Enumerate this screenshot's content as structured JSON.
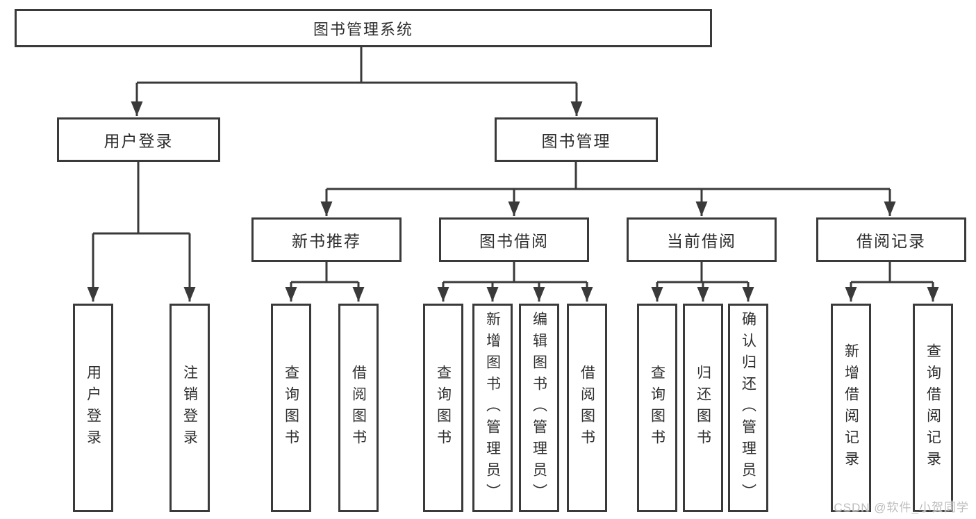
{
  "tree": {
    "label": "图书管理系统",
    "children": [
      {
        "label": "用户登录",
        "children": [
          {
            "label": "用户登录"
          },
          {
            "label": "注销登录"
          }
        ]
      },
      {
        "label": "图书管理",
        "children": [
          {
            "label": "新书推荐",
            "children": [
              {
                "label": "查询图书"
              },
              {
                "label": "借阅图书"
              }
            ]
          },
          {
            "label": "图书借阅",
            "children": [
              {
                "label": "查询图书"
              },
              {
                "label": "新增图书（管理员）"
              },
              {
                "label": "编辑图书（管理员）"
              },
              {
                "label": "借阅图书"
              }
            ]
          },
          {
            "label": "当前借阅",
            "children": [
              {
                "label": "查询图书"
              },
              {
                "label": "归还图书"
              },
              {
                "label": "确认归还（管理员）"
              }
            ]
          },
          {
            "label": "借阅记录",
            "children": [
              {
                "label": "新增借阅记录"
              },
              {
                "label": "查询借阅记录"
              }
            ]
          }
        ]
      }
    ]
  },
  "watermark": {
    "text": "CSDN @软件_小贺同学"
  },
  "colors": {
    "line": "#3a3a3a",
    "text": "#2e2e2e",
    "box_background": "#ffffff",
    "page_background": "#ffffff",
    "watermark": "#bdbdbd"
  }
}
